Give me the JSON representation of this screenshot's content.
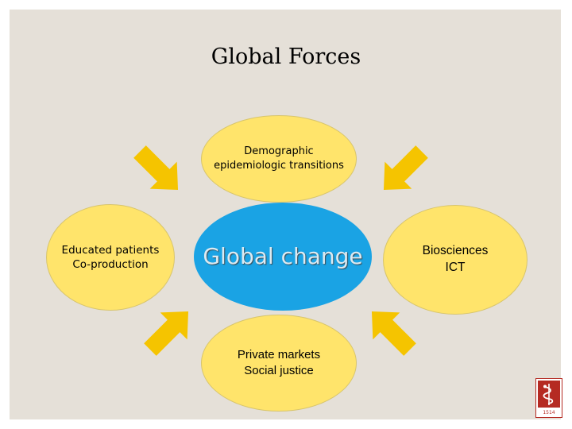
{
  "title": "Global Forces",
  "nodes": {
    "top": [
      "Demographic",
      "epidemiologic transitions"
    ],
    "left": [
      "Educated patients",
      "Co-production"
    ],
    "center": "Global change",
    "right": [
      "Biosciences",
      "ICT"
    ],
    "bottom": [
      "Private markets",
      "Social justice"
    ]
  },
  "logo": {
    "year": "1514"
  },
  "colors": {
    "background": "#e5e0d8",
    "bubble": "#ffe46b",
    "center": "#1aa3e4",
    "arrow": "#f5c400",
    "logo": "#b52a22"
  }
}
